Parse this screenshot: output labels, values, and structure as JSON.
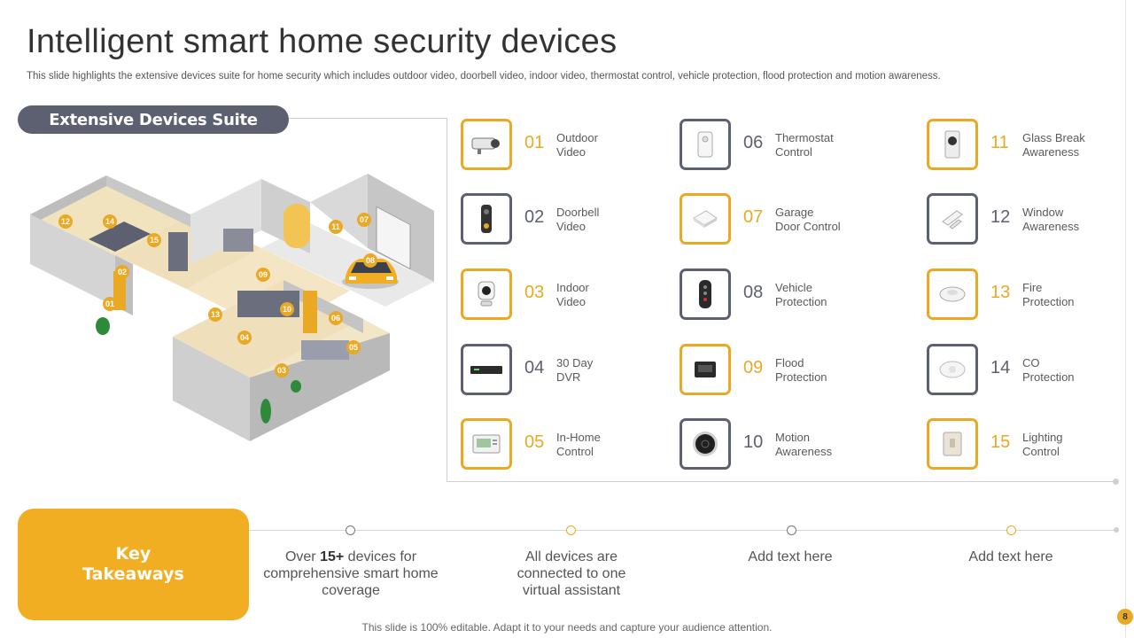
{
  "header": {
    "title": "Intelligent smart home security devices",
    "subtitle": "This slide highlights the extensive devices suite for home security which includes outdoor video, doorbell video, indoor video, thermostat control, vehicle protection, flood protection and motion awareness."
  },
  "suite": {
    "heading": "Extensive Devices Suite",
    "map_labels": [
      "12",
      "14",
      "15",
      "02",
      "01",
      "09",
      "10",
      "13",
      "04",
      "03",
      "06",
      "05",
      "11",
      "07",
      "08"
    ]
  },
  "devices": [
    {
      "num": "01",
      "line1": "Outdoor",
      "line2": "Video",
      "icon": "outdoor-camera-icon"
    },
    {
      "num": "02",
      "line1": "Doorbell",
      "line2": "Video",
      "icon": "doorbell-icon"
    },
    {
      "num": "03",
      "line1": "Indoor",
      "line2": "Video",
      "icon": "indoor-camera-icon"
    },
    {
      "num": "04",
      "line1": "30 Day",
      "line2": "DVR",
      "icon": "dvr-icon"
    },
    {
      "num": "05",
      "line1": "In-Home",
      "line2": "Control",
      "icon": "control-panel-icon"
    },
    {
      "num": "06",
      "line1": "Thermostat",
      "line2": "Control",
      "icon": "thermostat-sensor-icon"
    },
    {
      "num": "07",
      "line1": "Garage",
      "line2": "Door Control",
      "icon": "garage-sensor-icon"
    },
    {
      "num": "08",
      "line1": "Vehicle",
      "line2": "Protection",
      "icon": "car-key-fob-icon"
    },
    {
      "num": "09",
      "line1": "Flood",
      "line2": "Protection",
      "icon": "flood-sensor-icon"
    },
    {
      "num": "10",
      "line1": "Motion",
      "line2": "Awareness",
      "icon": "smart-thermostat-icon"
    },
    {
      "num": "11",
      "line1": "Glass Break",
      "line2": "Awareness",
      "icon": "glass-break-sensor-icon"
    },
    {
      "num": "12",
      "line1": "Window",
      "line2": "Awareness",
      "icon": "window-sensor-icon"
    },
    {
      "num": "13",
      "line1": "Fire",
      "line2": "Protection",
      "icon": "smoke-detector-icon"
    },
    {
      "num": "14",
      "line1": "CO",
      "line2": "Protection",
      "icon": "co-detector-icon"
    },
    {
      "num": "15",
      "line1": "Lighting",
      "line2": "Control",
      "icon": "light-switch-icon"
    }
  ],
  "takeaways": {
    "heading_line1": "Key",
    "heading_line2": "Takeaways",
    "items": [
      {
        "pre": "Over ",
        "bold": "15+",
        "post": " devices for comprehensive smart home coverage"
      },
      {
        "pre": "All devices are connected to one virtual assistant",
        "bold": "",
        "post": ""
      },
      {
        "pre": "Add text here",
        "bold": "",
        "post": ""
      },
      {
        "pre": "Add text here",
        "bold": "",
        "post": ""
      }
    ]
  },
  "footer": {
    "note": "This slide is 100% editable. Adapt it to your needs and capture your audience attention.",
    "page_number": "8"
  },
  "colors": {
    "accent_yellow": "#e9a924",
    "takeaway_yellow": "#f2ae22",
    "slate": "#5d6070"
  }
}
